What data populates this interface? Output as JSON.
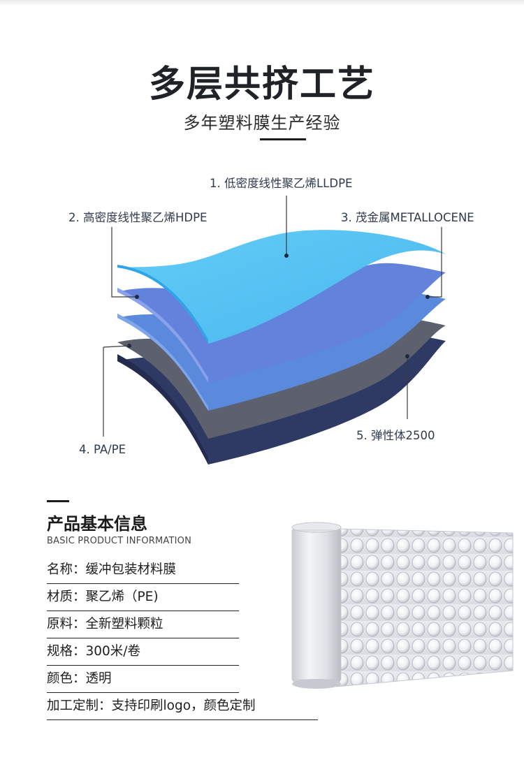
{
  "header": {
    "title": "多层共挤工艺",
    "subtitle": "多年塑料膜生产经验"
  },
  "layers": {
    "items": [
      {
        "label": "1. 低密度线性聚乙烯LLDPE",
        "color": "#57c4f4"
      },
      {
        "label": "2. 高密度线性聚乙烯HDPE",
        "color": "#5f7fd9"
      },
      {
        "label": "3. 茂金属METALLOCENE",
        "color": "#5a86d8"
      },
      {
        "label": "4. PA/PE",
        "color": "#5a5e6c"
      },
      {
        "label": "5. 弹性体2500",
        "color": "#2b3656"
      }
    ]
  },
  "basic_info": {
    "title": "产品基本信息",
    "subtitle": "BASIC PRODUCT INFORMATION",
    "rows": [
      {
        "text": "名称：缓冲包装材料膜"
      },
      {
        "text": "材质：聚乙烯（PE)"
      },
      {
        "text": "原料：全新塑料颗粒"
      },
      {
        "text": "规格：300米/卷"
      },
      {
        "text": "颜色：透明"
      },
      {
        "text": "加工定制：支持印刷logo，颜色定制"
      }
    ]
  }
}
